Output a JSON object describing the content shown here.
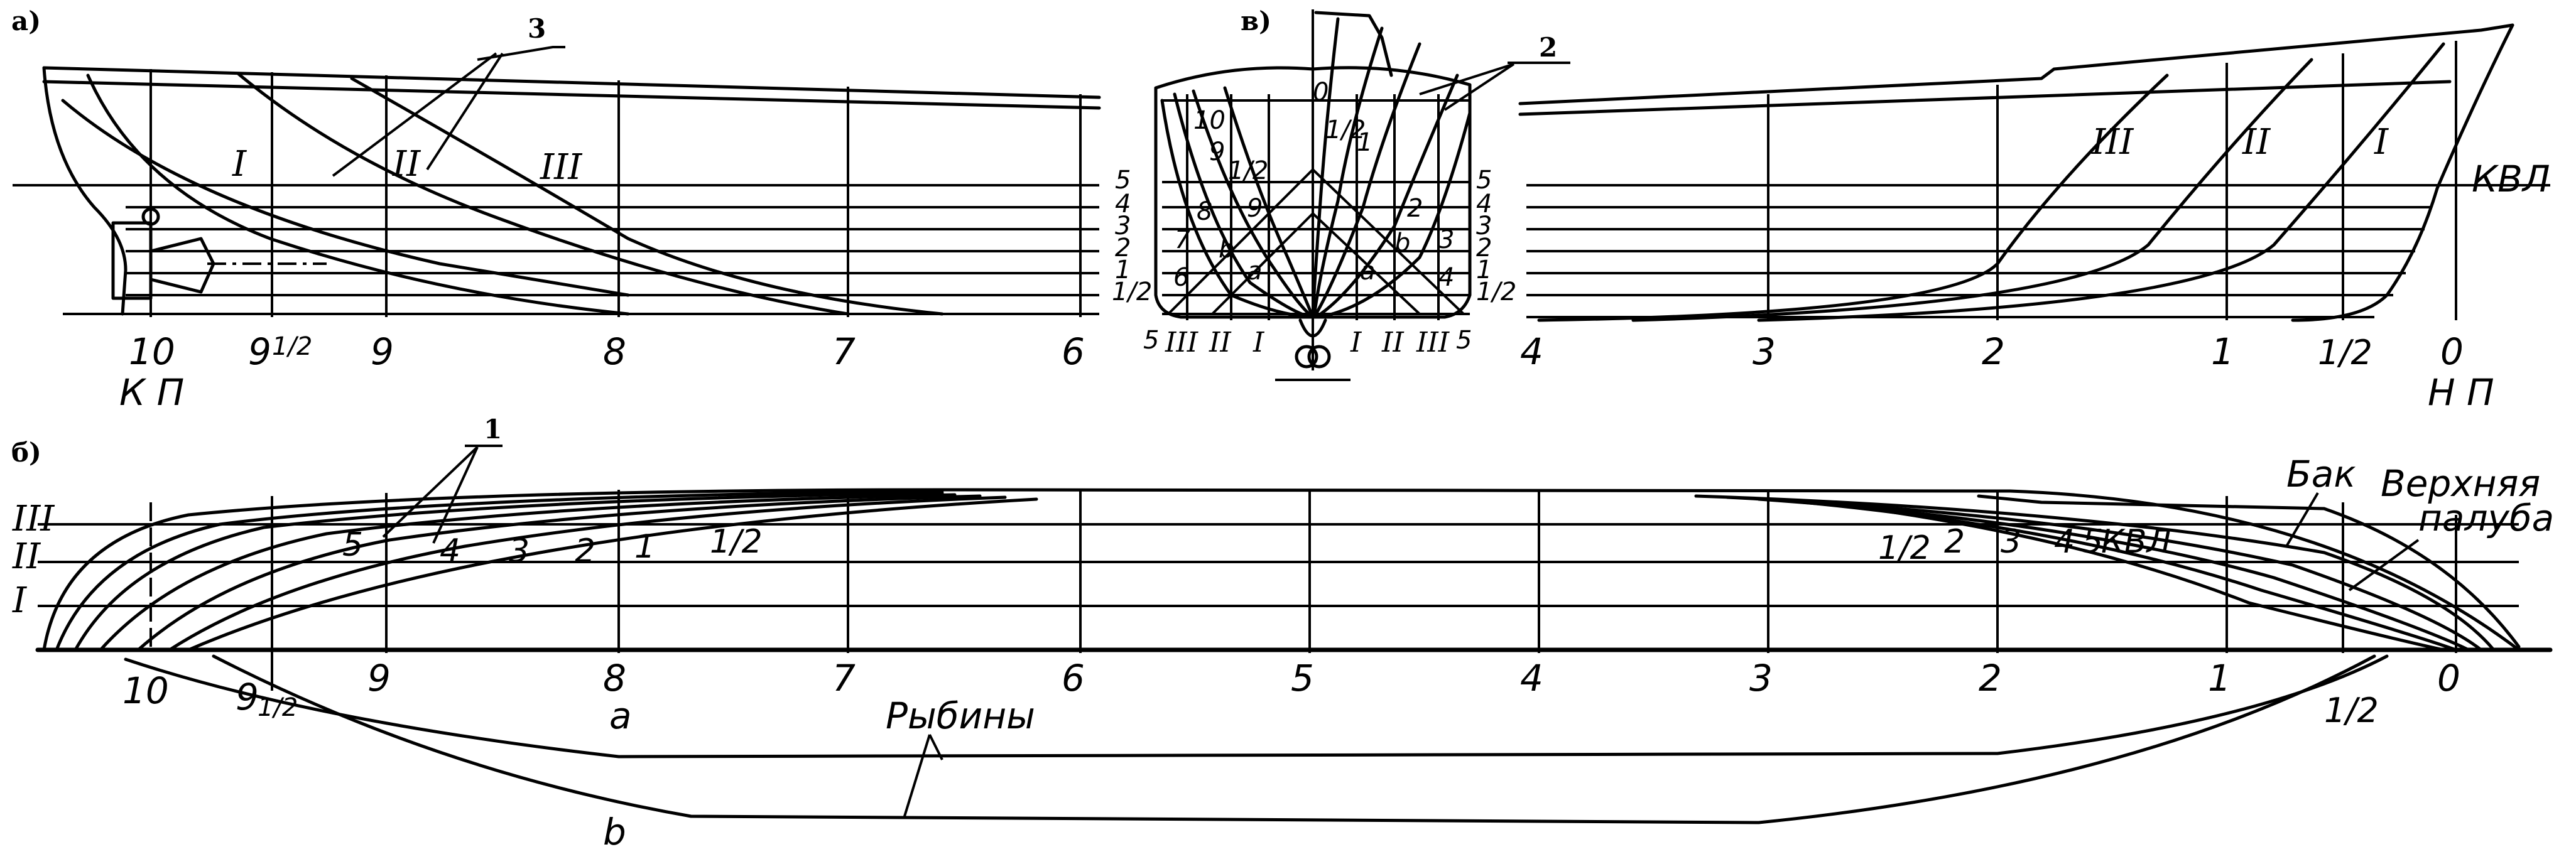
{
  "panels": {
    "a": "а)",
    "b": "б)",
    "v": "в)"
  },
  "callouts": {
    "one": "1",
    "two": "2",
    "three": "3"
  },
  "profile": {
    "stations_aft": [
      "10",
      "9",
      "1/2",
      "9",
      "8",
      "7",
      "6"
    ],
    "stations_fwd": [
      "4",
      "3",
      "2",
      "1",
      "1/2",
      "0"
    ],
    "kp": "К П",
    "np": "Н П",
    "kvl": "КВЛ",
    "buttocks": [
      "I",
      "II",
      "III"
    ]
  },
  "body_plan": {
    "waterlines": [
      "5",
      "4",
      "3",
      "2",
      "1",
      "1/2"
    ],
    "bottom_labels": [
      "5",
      "III",
      "II",
      "I",
      "I",
      "II",
      "III",
      "5"
    ],
    "sections_aft": [
      "10",
      "9",
      "1/2",
      "9",
      "8",
      "7",
      "6"
    ],
    "sections_fwd": [
      "0",
      "1/2",
      "1",
      "2",
      "3",
      "4"
    ],
    "diagonals": [
      "b",
      "a",
      "a",
      "b"
    ]
  },
  "half_breadth": {
    "stations": [
      "10",
      "9",
      "1/2",
      "9",
      "8",
      "7",
      "6",
      "5",
      "4",
      "3",
      "2",
      "1",
      "1/2",
      "0"
    ],
    "waterlines_aft": [
      "5",
      "4",
      "3",
      "2",
      "1",
      "1/2"
    ],
    "waterlines_fwd": [
      "1/2",
      "2",
      "3",
      "4",
      "5",
      "КВЛ"
    ],
    "buttocks": [
      "III",
      "II",
      "I"
    ],
    "forecastle": "Бак",
    "upper_deck": "Верхняя",
    "upper_deck_2": "палуба",
    "diagonals_title": "Рыбины",
    "diag_a": "a",
    "diag_b": "b"
  }
}
